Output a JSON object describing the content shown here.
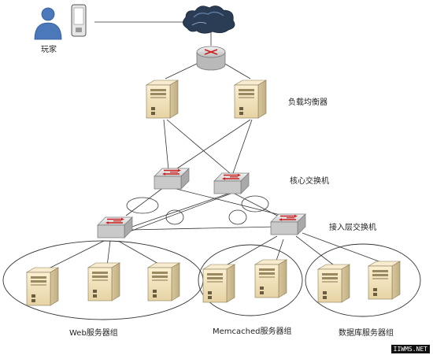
{
  "labels": {
    "player": "玩家",
    "load_balancer": "负载均衡器",
    "core_switch": "核心交换机",
    "access_switch": "接入层交换机",
    "web_group": "Web服务器组",
    "memcached_group": "Memcached服务器组",
    "db_group": "数据库服务器组"
  },
  "watermark": "IIWMS.NET",
  "colors": {
    "line": "#333333",
    "server_body": "#f1e3bd",
    "server_side": "#d9c79c",
    "switch_body": "#d8d8d8",
    "arrow": "#c81e1e",
    "cloud": "#2a3d55",
    "person": "#4b78b8"
  }
}
